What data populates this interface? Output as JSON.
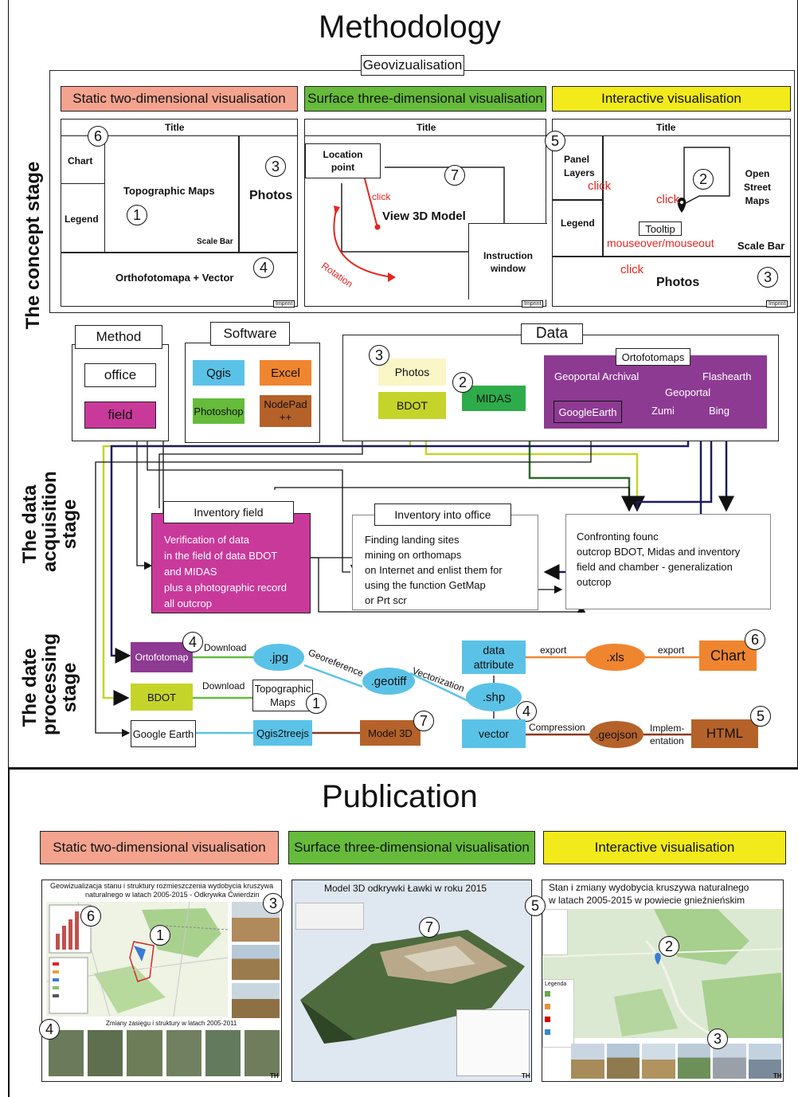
{
  "methodology": {
    "title": "Methodology",
    "geovis_label": "Geovizualisation",
    "stage_labels": {
      "concept": "The concept stage",
      "acquisition_1": "The data",
      "acquisition_2": "acquisition",
      "acquisition_3": "stage",
      "processing_1": "The date",
      "processing_2": "processing",
      "processing_3": "stage"
    },
    "vis_types": {
      "static": "Static two-dimensional visualisation",
      "surface": "Surface three-dimensional visualisation",
      "interactive": "Interactive visualisation"
    },
    "static_panel": {
      "title": "Title",
      "chart": "Chart",
      "legend": "Legend",
      "maps": "Topographic Maps",
      "scale": "Scale Bar",
      "photos": "Photos",
      "ortho": "Orthofotomapa + Vector",
      "imprint": "Imprint",
      "n6": "6",
      "n1": "1",
      "n3": "3",
      "n4": "4"
    },
    "surface_panel": {
      "title": "Title",
      "location_1": "Location",
      "location_2": "point",
      "click": "click",
      "model": "View 3D Model",
      "rotation": "Rotation",
      "instr_1": "Instruction",
      "instr_2": "window",
      "imprint": "Imprint",
      "n7": "7"
    },
    "interactive_panel": {
      "title": "Title",
      "panel_1": "Panel",
      "panel_2": "Layers",
      "click1": "click",
      "click2": "click",
      "click3": "click",
      "osm_1": "Open",
      "osm_2": "Street",
      "osm_3": "Maps",
      "legend": "Legend",
      "tooltip": "Tooltip",
      "mouse": "mouseover/mouseout",
      "scale": "Scale Bar",
      "photos": "Photos",
      "imprint": "Imprint",
      "n5": "5",
      "n2": "2",
      "n3": "3"
    },
    "method": {
      "title": "Method",
      "office": "office",
      "field": "field"
    },
    "software": {
      "title": "Software",
      "items": [
        "Qgis",
        "Excel",
        "Photoshop",
        "NodePad\n++"
      ]
    },
    "data": {
      "title": "Data",
      "photos": "Photos",
      "bdot": "BDOT",
      "midas": "MIDAS",
      "ortho_title": "Ortofotomaps",
      "geo_arch": "Geoportal Archival",
      "flash": "Flashearth",
      "geoportal": "Geoportal",
      "google": "GoogleEarth",
      "zumi": "Zumi",
      "bing": "Bing",
      "n3": "3",
      "n2": "2"
    },
    "inventory_field": {
      "title": "Inventory field",
      "lines": [
        "Verification of data",
        "in the field of data BDOT",
        "and MIDAS",
        "plus a photographic record",
        "all outcrop"
      ]
    },
    "inventory_office": {
      "title": "Inventory into office",
      "lines": [
        "Finding landing sites",
        "mining on orthomaps",
        "on Internet and enlist them for",
        "using the function GetMap",
        "or Prt scr"
      ]
    },
    "confront": {
      "lines": [
        "Confronting founc",
        "outcrop BDOT, Midas and inventory",
        "field and chamber - generalization",
        "outcrop"
      ]
    },
    "processing": {
      "ortofotomap": "Ortofotomap",
      "download1": "Download",
      "jpg": ".jpg",
      "georef": "Georeference",
      "geotiff": ".geotiff",
      "vector_lbl": "Vectorization",
      "shp": ".shp",
      "bdot": "BDOT",
      "download2": "Download",
      "topo_1": "Topographic",
      "topo_2": "Maps",
      "google": "Google Earth",
      "qgis2": "Qgis2treejs",
      "model": "Model 3D",
      "attr_1": "data",
      "attr_2": "attribute",
      "export1": "export",
      "xls": ".xls",
      "export2": "export",
      "chart": "Chart",
      "vector": "vector",
      "compression": "Compression",
      "geojson": ".geojson",
      "impl_1": "Implem-",
      "impl_2": "entation",
      "html": "HTML",
      "n4a": "4",
      "n1": "1",
      "n7": "7",
      "n6": "6",
      "n4b": "4",
      "n5": "5"
    }
  },
  "publication": {
    "title": "Publication",
    "vis_types": {
      "static": "Static two-dimensional visualisation",
      "surface": "Surface three-dimensional visualisation",
      "interactive": "Interactive visualisation"
    },
    "shot1": {
      "title_1": "Geowizualizacja stanu i struktury rozmieszczenia wydobycia kruszywa",
      "title_2": "naturalnego w latach 2005-2015 - Odkrywka Ćwierdzin",
      "sub": "Zmiany zasięgu i struktury w latach 2005-2011",
      "n6": "6",
      "n1": "1",
      "n3": "3",
      "n4": "4",
      "th": "TH"
    },
    "shot2": {
      "title": "Model 3D odkrywki Ławki w roku 2015",
      "n7": "7",
      "th": "TH"
    },
    "shot3": {
      "title_1": "Stan i zmiany wydobycia kruszywa naturalnego",
      "title_2": "w latach 2005-2015 w powiecie gnieźnieńskim",
      "legend": "Legenda",
      "n5": "5",
      "n2": "2",
      "n3": "3",
      "th": "TH"
    }
  },
  "colors": {
    "salmon": "#f4a38f",
    "green": "#66bb3b",
    "yellow": "#f2ea1a",
    "magenta": "#c9399a",
    "purple": "#8d3a92",
    "cyan": "#5bc2e7",
    "orange": "#f08530",
    "brown": "#b5622a",
    "olive": "#c5d42a",
    "darkgreen": "#2e8b3a",
    "navy": "#1d1a5e",
    "red": "#e52521"
  }
}
